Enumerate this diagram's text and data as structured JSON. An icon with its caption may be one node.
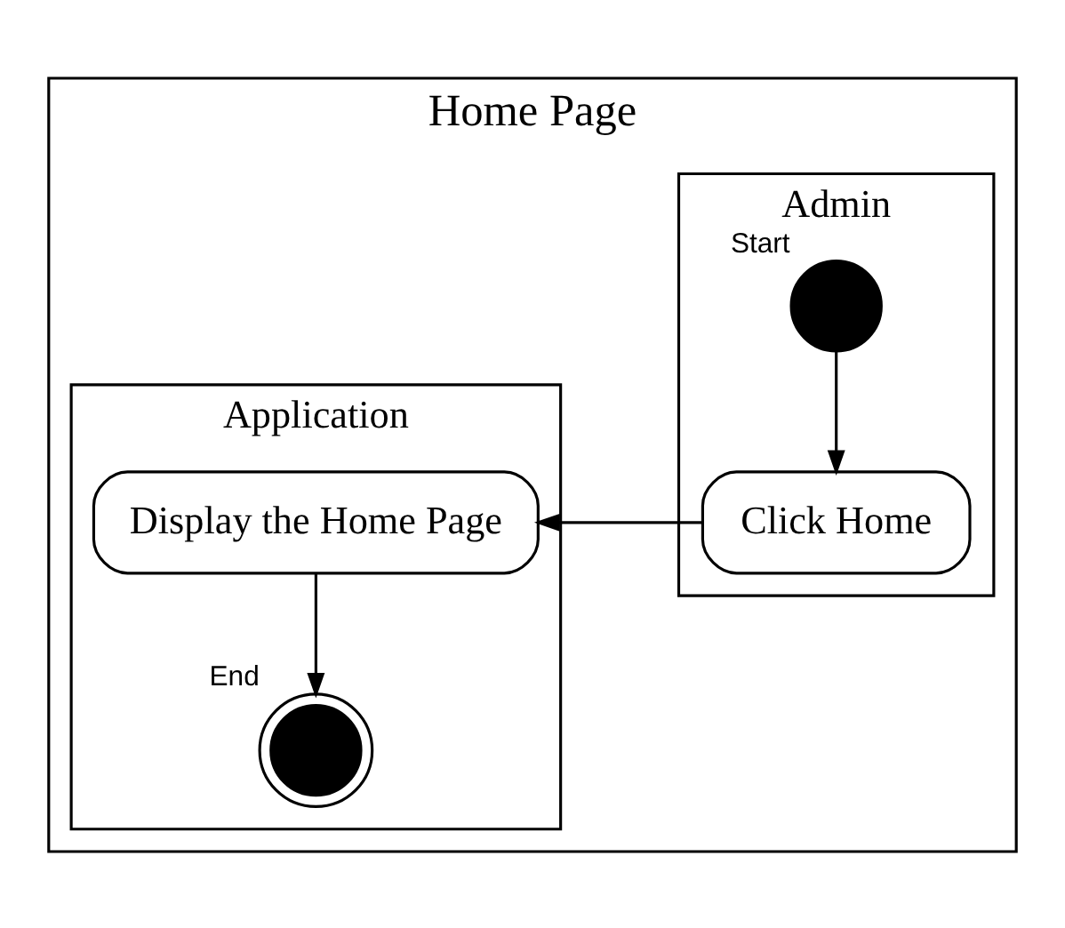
{
  "diagram": {
    "nodes": [
      {
        "text": [
          "Home Page"
        ]
      },
      {
        "text": [
          "Admin"
        ],
        "in": 0
      },
      {
        "text": [
          "Application"
        ],
        "in": 0
      },
      {
        "text": [],
        "shape": "circle",
        "in": 1,
        "beside": [
          "Start"
        ]
      },
      {
        "text": [
          "Click Home"
        ],
        "in": 1
      },
      {
        "text": [
          "Display the Home Page"
        ],
        "in": 2
      },
      {
        "text": [],
        "shape": "circle",
        "in": 2,
        "beside": [
          "End"
        ]
      }
    ],
    "edges": [
      {
        "from": 3,
        "to": 4,
        "arrow": "to"
      },
      {
        "from": 4,
        "to": 5,
        "arrow": "to"
      },
      {
        "from": 5,
        "to": 6,
        "arrow": "to"
      }
    ]
  }
}
